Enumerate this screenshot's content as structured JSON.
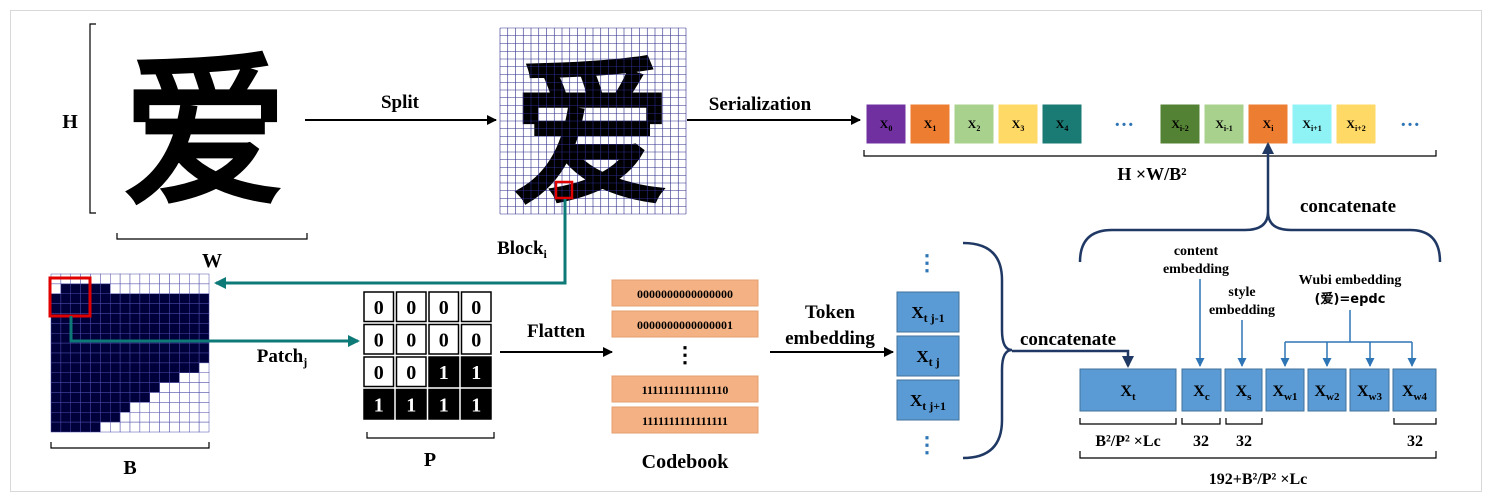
{
  "colors": {
    "arrow_teal": "#0d7a78",
    "arrow_navy": "#1f3864",
    "token_blue": "#5b9bd5",
    "codebook_orange": "#f4b183",
    "grid_line": "#2b2b8a",
    "block_fill": "#00003a"
  },
  "character": "爱",
  "labels": {
    "H": "H",
    "W": "W",
    "B": "B",
    "P": "P",
    "split": "Split",
    "serialization": "Serialization",
    "block": "Block",
    "block_sub": "i",
    "patch": "Patch",
    "patch_sub": "j",
    "flatten": "Flatten",
    "token_embedding_1": "Token",
    "token_embedding_2": "embedding",
    "codebook": "Codebook",
    "concatenate_top": "concatenate",
    "concatenate_mid": "concatenate",
    "seq_length": "H ×W/B²",
    "content_embedding_1": "content",
    "content_embedding_2": "embedding",
    "style_embedding_1": "style",
    "style_embedding_2": "embedding",
    "wubi_embedding_1": "Wubi embedding",
    "wubi_embedding_2": "(爱)=epdc",
    "total_length": "192+B²/P² ×Lc",
    "dots": "…",
    "vdots": "⋮"
  },
  "sequence": [
    {
      "label": "X",
      "sub": "0",
      "color": "#7030a0"
    },
    {
      "label": "X",
      "sub": "1",
      "color": "#ed7d31"
    },
    {
      "label": "X",
      "sub": "2",
      "color": "#a9d18e"
    },
    {
      "label": "X",
      "sub": "3",
      "color": "#ffd966"
    },
    {
      "label": "X",
      "sub": "4",
      "color": "#1a7a74"
    },
    {
      "label": "X",
      "sub": "i-2",
      "color": "#548235"
    },
    {
      "label": "X",
      "sub": "i-1",
      "color": "#a9d18e"
    },
    {
      "label": "X",
      "sub": "i",
      "color": "#ed7d31"
    },
    {
      "label": "X",
      "sub": "i+1",
      "color": "#8ff3f5"
    },
    {
      "label": "X",
      "sub": "i+2",
      "color": "#ffd966"
    }
  ],
  "patch_matrix": [
    [
      "0",
      "0",
      "0",
      "0"
    ],
    [
      "0",
      "0",
      "0",
      "0"
    ],
    [
      "0",
      "0",
      "1",
      "1"
    ],
    [
      "1",
      "1",
      "1",
      "1"
    ]
  ],
  "codebook_entries": [
    "0000000000000000",
    "0000000000000001",
    "1111111111111110",
    "1111111111111111"
  ],
  "tokens": [
    {
      "label": "X",
      "sub": "t j-1"
    },
    {
      "label": "X",
      "sub": "t j"
    },
    {
      "label": "X",
      "sub": "t j+1"
    }
  ],
  "embedding_boxes": [
    {
      "label": "X",
      "sub": "t"
    },
    {
      "label": "X",
      "sub": "c"
    },
    {
      "label": "X",
      "sub": "s"
    },
    {
      "label": "X",
      "sub": "w1"
    },
    {
      "label": "X",
      "sub": "w2"
    },
    {
      "label": "X",
      "sub": "w3"
    },
    {
      "label": "X",
      "sub": "w4"
    }
  ],
  "dims": {
    "xt": "B²/P² ×Lc",
    "xc": "32",
    "xs": "32",
    "xw4": "32"
  }
}
